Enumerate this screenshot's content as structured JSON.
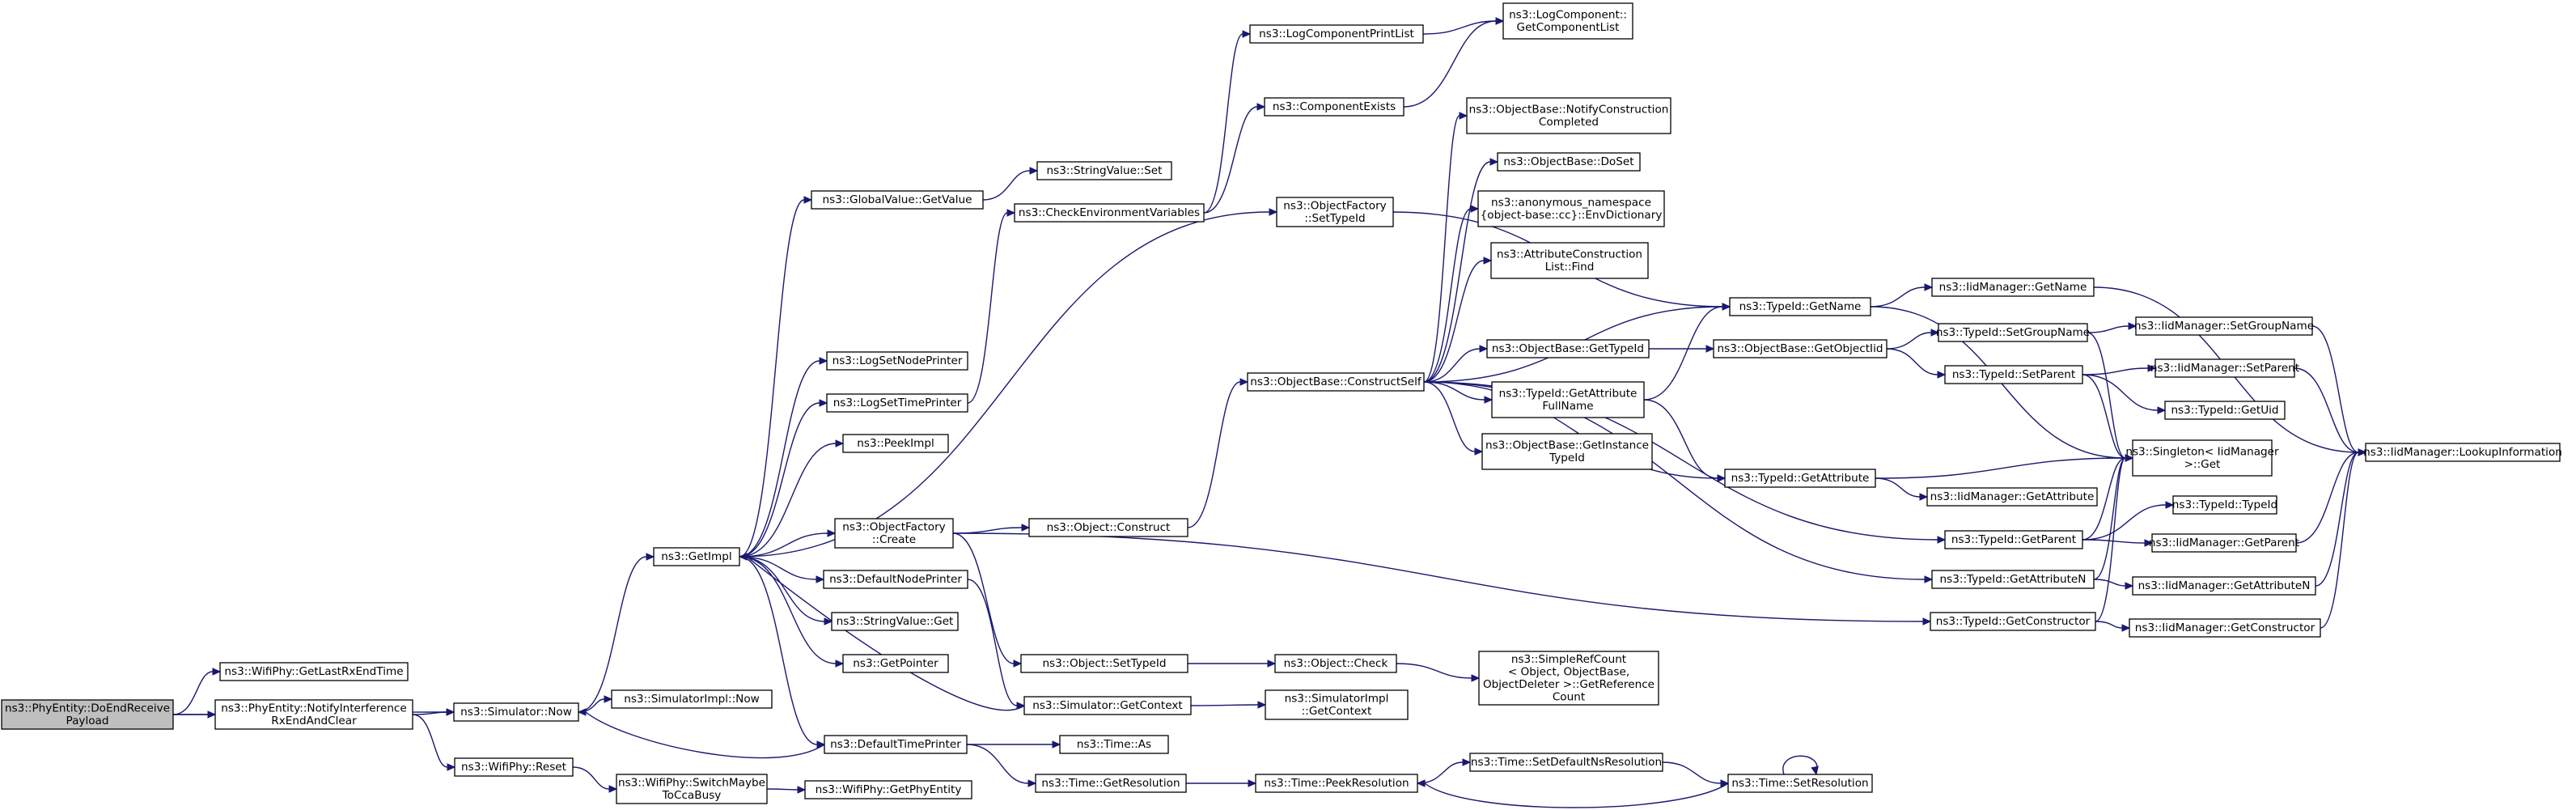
{
  "colors": {
    "edge": "#191970",
    "root_fill": "#bfbfbf",
    "node_fill": "#ffffff",
    "node_border": "#000000"
  },
  "nodes": {
    "root": [
      "ns3::PhyEntity::DoEndReceive",
      "Payload"
    ],
    "getLastRxEndTime": [
      "ns3::WifiPhy::GetLastRxEndTime"
    ],
    "notifyInterference": [
      "ns3::PhyEntity::NotifyInterference",
      "RxEndAndClear"
    ],
    "simNow": [
      "ns3::Simulator::Now"
    ],
    "wifiReset": [
      "ns3::WifiPhy::Reset"
    ],
    "switchMaybe": [
      "ns3::WifiPhy::SwitchMaybe",
      "ToCcaBusy"
    ],
    "getPhyEntity": [
      "ns3::WifiPhy::GetPhyEntity"
    ],
    "simImplNow": [
      "ns3::SimulatorImpl::Now"
    ],
    "getImpl": [
      "ns3::GetImpl"
    ],
    "globalGetValue": [
      "ns3::GlobalValue::GetValue"
    ],
    "logSetNodePrinter": [
      "ns3::LogSetNodePrinter"
    ],
    "logSetTimePrinter": [
      "ns3::LogSetTimePrinter"
    ],
    "peekImpl": [
      "ns3::PeekImpl"
    ],
    "ofCreate": [
      "ns3::ObjectFactory",
      "::Create"
    ],
    "defaultNodePrinter": [
      "ns3::DefaultNodePrinter"
    ],
    "stringValueGet": [
      "ns3::StringValue::Get"
    ],
    "getPointer": [
      "ns3::GetPointer"
    ],
    "defaultTimePrinter": [
      "ns3::DefaultTimePrinter"
    ],
    "stringValueSet": [
      "ns3::StringValue::Set"
    ],
    "checkEnv": [
      "ns3::CheckEnvironmentVariables"
    ],
    "logCompPrintList": [
      "ns3::LogComponentPrintList"
    ],
    "componentExists": [
      "ns3::ComponentExists"
    ],
    "logCompGetList": [
      "ns3::LogComponent::",
      "GetComponentList"
    ],
    "ofSetTypeId": [
      "ns3::ObjectFactory",
      "::SetTypeId"
    ],
    "objectConstruct": [
      "ns3::Object::Construct"
    ],
    "objectSetTypeId": [
      "ns3::Object::SetTypeId"
    ],
    "simGetContext": [
      "ns3::Simulator::GetContext"
    ],
    "timeAs": [
      "ns3::Time::As"
    ],
    "timeGetResolution": [
      "ns3::Time::GetResolution"
    ],
    "constructSelf": [
      "ns3::ObjectBase::ConstructSelf"
    ],
    "objectCheck": [
      "ns3::Object::Check"
    ],
    "simImplGetContext": [
      "ns3::SimulatorImpl",
      "::GetContext"
    ],
    "peekResolution": [
      "ns3::Time::PeekResolution"
    ],
    "notifyConstruction": [
      "ns3::ObjectBase::NotifyConstruction",
      "Completed"
    ],
    "doSet": [
      "ns3::ObjectBase::DoSet"
    ],
    "envDictionary": [
      "ns3::anonymous_namespace",
      "{object-base::cc}::EnvDictionary"
    ],
    "attrConstrFind": [
      "ns3::AttributeConstruction",
      "List::Find"
    ],
    "obGetTypeId": [
      "ns3::ObjectBase::GetTypeId"
    ],
    "tidGetAttrFullName": [
      "ns3::TypeId::GetAttribute",
      "FullName"
    ],
    "obGetInstanceTypeId": [
      "ns3::ObjectBase::GetInstance",
      "TypeId"
    ],
    "simpleRefCount": [
      "ns3::SimpleRefCount",
      "< Object, ObjectBase,",
      "ObjectDeleter >::GetReference",
      "Count"
    ],
    "setDefaultNsRes": [
      "ns3::Time::SetDefaultNsResolution"
    ],
    "tidGetName": [
      "ns3::TypeId::GetName"
    ],
    "obGetObjectIid": [
      "ns3::ObjectBase::GetObjectIid"
    ],
    "tidGetAttribute": [
      "ns3::TypeId::GetAttribute"
    ],
    "tidGetParent": [
      "ns3::TypeId::GetParent"
    ],
    "tidGetAttributeN": [
      "ns3::TypeId::GetAttributeN"
    ],
    "tidGetConstructor": [
      "ns3::TypeId::GetConstructor"
    ],
    "timeSetResolution": [
      "ns3::Time::SetResolution"
    ],
    "iidGetName": [
      "ns3::IidManager::GetName"
    ],
    "tidSetGroupName": [
      "ns3::TypeId::SetGroupName"
    ],
    "tidSetParent": [
      "ns3::TypeId::SetParent"
    ],
    "singletonGet": [
      "ns3::Singleton< IidManager",
      ">::Get"
    ],
    "iidGetAttribute": [
      "ns3::IidManager::GetAttribute"
    ],
    "iidSetGroupName": [
      "ns3::IidManager::SetGroupName"
    ],
    "iidSetParent": [
      "ns3::IidManager::SetParent"
    ],
    "tidGetUid": [
      "ns3::TypeId::GetUid"
    ],
    "tidTypeId": [
      "ns3::TypeId::TypeId"
    ],
    "iidGetParent": [
      "ns3::IidManager::GetParent"
    ],
    "iidGetAttributeN": [
      "ns3::IidManager::GetAttributeN"
    ],
    "iidGetConstructor": [
      "ns3::IidManager::GetConstructor"
    ],
    "iidLookup": [
      "ns3::IidManager::LookupInformation"
    ]
  },
  "edges": [
    [
      "root",
      "getLastRxEndTime"
    ],
    [
      "root",
      "simNow"
    ],
    [
      "root",
      "notifyInterference"
    ],
    [
      "notifyInterference",
      "simNow"
    ],
    [
      "notifyInterference",
      "wifiReset"
    ],
    [
      "wifiReset",
      "switchMaybe"
    ],
    [
      "switchMaybe",
      "getPhyEntity"
    ],
    [
      "simNow",
      "getImpl"
    ],
    [
      "simNow",
      "simImplNow"
    ],
    [
      "getImpl",
      "globalGetValue"
    ],
    [
      "getImpl",
      "logSetNodePrinter"
    ],
    [
      "getImpl",
      "logSetTimePrinter"
    ],
    [
      "getImpl",
      "peekImpl"
    ],
    [
      "getImpl",
      "ofCreate"
    ],
    [
      "getImpl",
      "defaultNodePrinter"
    ],
    [
      "getImpl",
      "stringValueGet"
    ],
    [
      "getImpl",
      "getPointer"
    ],
    [
      "getImpl",
      "defaultTimePrinter"
    ],
    [
      "getImpl",
      "ofSetTypeId"
    ],
    [
      "globalGetValue",
      "stringValueSet"
    ],
    [
      "logSetTimePrinter",
      "checkEnv"
    ],
    [
      "checkEnv",
      "logCompPrintList"
    ],
    [
      "checkEnv",
      "componentExists"
    ],
    [
      "logCompPrintList",
      "logCompGetList"
    ],
    [
      "componentExists",
      "logCompGetList"
    ],
    [
      "ofSetTypeId",
      "tidGetName"
    ],
    [
      "ofCreate",
      "objectConstruct"
    ],
    [
      "ofCreate",
      "objectSetTypeId"
    ],
    [
      "ofCreate",
      "tidGetConstructor"
    ],
    [
      "defaultNodePrinter",
      "simGetContext"
    ],
    [
      "simGetContext",
      "getImpl"
    ],
    [
      "simGetContext",
      "simImplGetContext"
    ],
    [
      "defaultTimePrinter",
      "simNow"
    ],
    [
      "defaultTimePrinter",
      "timeAs"
    ],
    [
      "defaultTimePrinter",
      "timeGetResolution"
    ],
    [
      "objectConstruct",
      "constructSelf"
    ],
    [
      "objectSetTypeId",
      "objectCheck"
    ],
    [
      "objectCheck",
      "simpleRefCount"
    ],
    [
      "timeGetResolution",
      "peekResolution"
    ],
    [
      "constructSelf",
      "notifyConstruction"
    ],
    [
      "constructSelf",
      "doSet"
    ],
    [
      "constructSelf",
      "envDictionary"
    ],
    [
      "constructSelf",
      "attrConstrFind"
    ],
    [
      "constructSelf",
      "tidGetName"
    ],
    [
      "constructSelf",
      "obGetTypeId"
    ],
    [
      "constructSelf",
      "tidGetAttrFullName"
    ],
    [
      "constructSelf",
      "obGetInstanceTypeId"
    ],
    [
      "constructSelf",
      "tidGetAttribute"
    ],
    [
      "constructSelf",
      "tidGetParent"
    ],
    [
      "constructSelf",
      "tidGetAttributeN"
    ],
    [
      "obGetTypeId",
      "obGetObjectIid"
    ],
    [
      "obGetObjectIid",
      "tidSetGroupName"
    ],
    [
      "obGetObjectIid",
      "tidSetParent"
    ],
    [
      "tidGetAttrFullName",
      "tidGetName"
    ],
    [
      "tidGetAttrFullName",
      "tidGetAttribute"
    ],
    [
      "tidGetName",
      "iidGetName"
    ],
    [
      "tidGetName",
      "singletonGet"
    ],
    [
      "tidSetGroupName",
      "iidSetGroupName"
    ],
    [
      "tidSetGroupName",
      "singletonGet"
    ],
    [
      "tidSetParent",
      "iidSetParent"
    ],
    [
      "tidSetParent",
      "tidGetUid"
    ],
    [
      "tidSetParent",
      "singletonGet"
    ],
    [
      "tidGetAttribute",
      "singletonGet"
    ],
    [
      "tidGetAttribute",
      "iidGetAttribute"
    ],
    [
      "tidGetParent",
      "tidTypeId"
    ],
    [
      "tidGetParent",
      "iidGetParent"
    ],
    [
      "tidGetParent",
      "singletonGet"
    ],
    [
      "tidGetAttributeN",
      "iidGetAttributeN"
    ],
    [
      "tidGetAttributeN",
      "singletonGet"
    ],
    [
      "tidGetConstructor",
      "iidGetConstructor"
    ],
    [
      "tidGetConstructor",
      "singletonGet"
    ],
    [
      "iidGetName",
      "iidLookup"
    ],
    [
      "iidSetGroupName",
      "iidLookup"
    ],
    [
      "iidSetParent",
      "iidLookup"
    ],
    [
      "iidGetParent",
      "iidLookup"
    ],
    [
      "iidGetAttributeN",
      "iidLookup"
    ],
    [
      "iidGetConstructor",
      "iidLookup"
    ],
    [
      "peekResolution",
      "setDefaultNsRes"
    ],
    [
      "setDefaultNsRes",
      "timeSetResolution"
    ],
    [
      "timeSetResolution",
      "peekResolution"
    ],
    [
      "timeSetResolution",
      "timeSetResolution"
    ]
  ]
}
